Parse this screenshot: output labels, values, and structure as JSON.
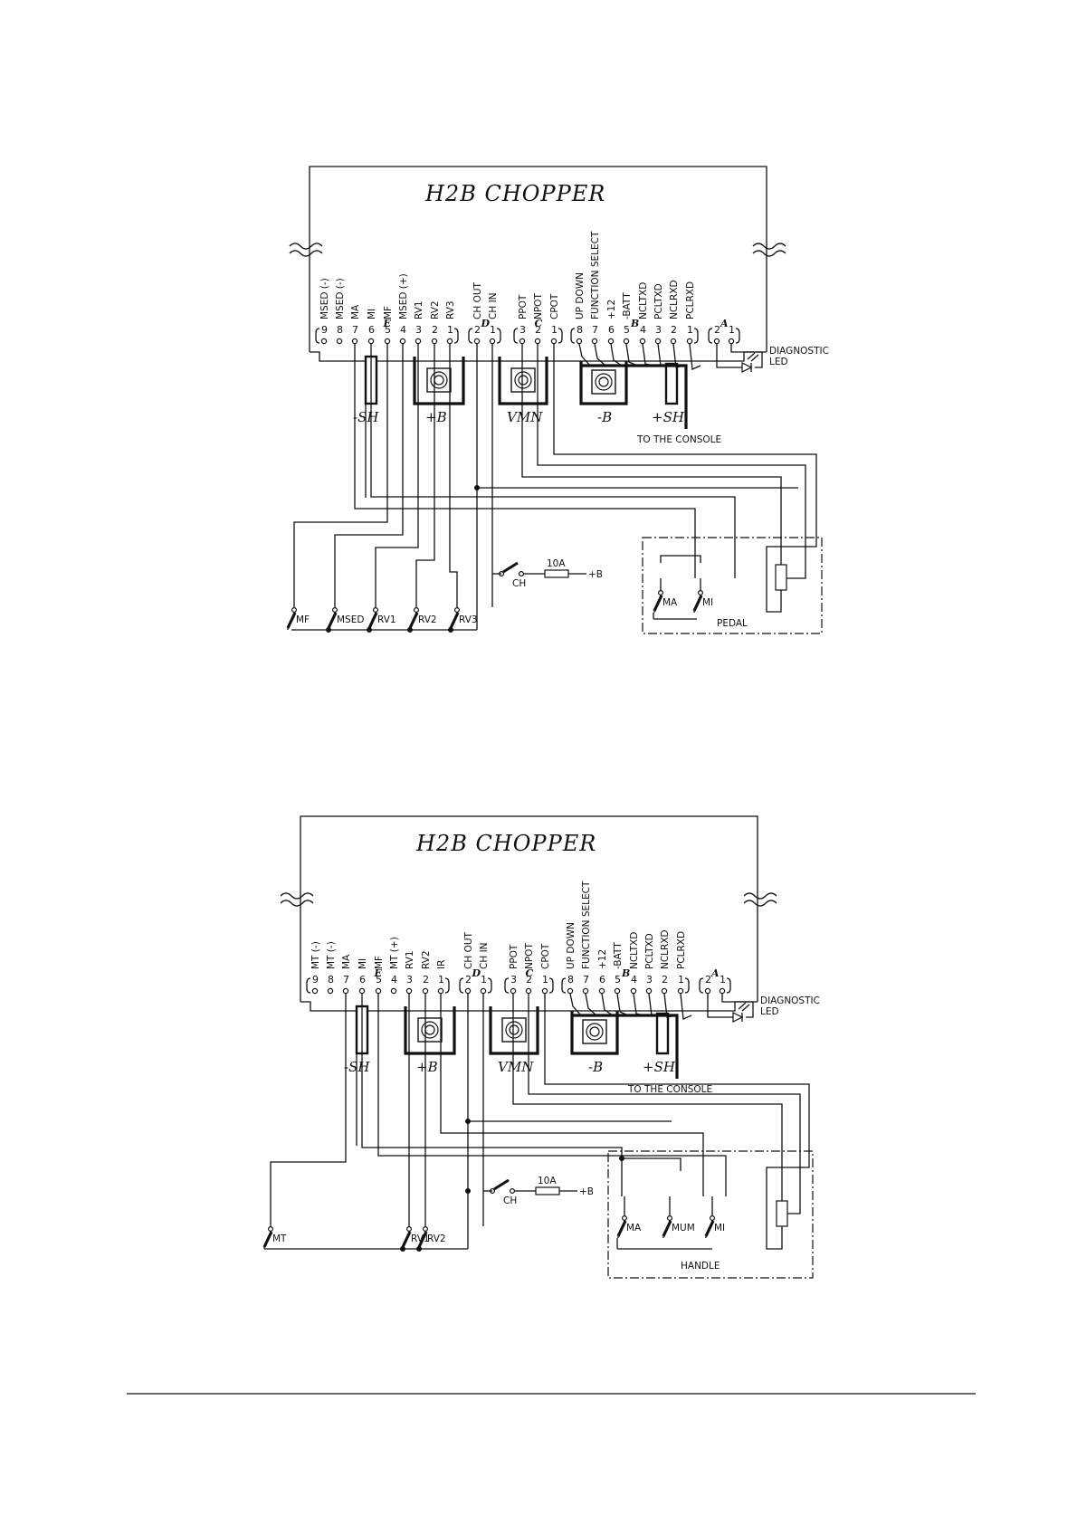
{
  "chopper_title": "H2B CHOPPER",
  "console_label": "TO THE CONSOLE",
  "diagnostic_led": {
    "line1": "DIAGNOSTIC",
    "line2": "LED"
  },
  "terminals": {
    "minus_sh": "-SH",
    "plus_b": "+B",
    "vmn": "VMN",
    "minus_b": "-B",
    "plus_sh": "+SH"
  },
  "fuse_label": "10A",
  "fuse_supply": "+B",
  "key_switch": "CH",
  "groups": {
    "e": "E",
    "d": "D",
    "c": "C",
    "b": "B",
    "a": "A"
  },
  "diagram1": {
    "e_labels": [
      "MSED (-)",
      "MSED (-)",
      "MA",
      "MI",
      "MF",
      "MSED (+)",
      "RV1",
      "RV2",
      "RV3"
    ],
    "e_numbers": [
      "9",
      "8",
      "7",
      "6",
      "5",
      "4",
      "3",
      "2",
      "1"
    ],
    "d_labels": [
      "CH OUT",
      "CH IN"
    ],
    "d_numbers": [
      "2",
      "1"
    ],
    "c_labels": [
      "PPOT",
      "NPOT",
      "CPOT"
    ],
    "c_numbers": [
      "3",
      "2",
      "1"
    ],
    "b_labels": [
      "UP DOWN",
      "FUNCTION SELECT",
      "+12",
      "-BATT",
      "NCLTXD",
      "PCLTXD",
      "NCLRXD",
      "PCLRXD"
    ],
    "b_numbers": [
      "8",
      "7",
      "6",
      "5",
      "4",
      "3",
      "2",
      "1"
    ],
    "a_numbers": [
      "2",
      "1"
    ],
    "left_switches": [
      "MF",
      "MSED",
      "RV1",
      "RV2",
      "RV3"
    ],
    "box_switches": [
      "MA",
      "MI"
    ],
    "box_label": "PEDAL"
  },
  "diagram2": {
    "e_labels": [
      "MT (-)",
      "MT (-)",
      "MA",
      "MI",
      "MF",
      "MT (+)",
      "RV1",
      "RV2",
      "IR"
    ],
    "e_numbers": [
      "9",
      "8",
      "7",
      "6",
      "5",
      "4",
      "3",
      "2",
      "1"
    ],
    "d_labels": [
      "CH OUT",
      "CH IN"
    ],
    "d_numbers": [
      "2",
      "1"
    ],
    "c_labels": [
      "PPOT",
      "NPOT",
      "CPOT"
    ],
    "c_numbers": [
      "3",
      "2",
      "1"
    ],
    "b_labels": [
      "UP DOWN",
      "FUNCTION SELECT",
      "+12",
      "-BATT",
      "NCLTXD",
      "PCLTXD",
      "NCLRXD",
      "PCLRXD"
    ],
    "b_numbers": [
      "8",
      "7",
      "6",
      "5",
      "4",
      "3",
      "2",
      "1"
    ],
    "a_numbers": [
      "2",
      "1"
    ],
    "left_switches": [
      "MT",
      "RV1",
      "RV2"
    ],
    "box_switches": [
      "MA",
      "MUM",
      "MI"
    ],
    "box_label": "HANDLE"
  }
}
